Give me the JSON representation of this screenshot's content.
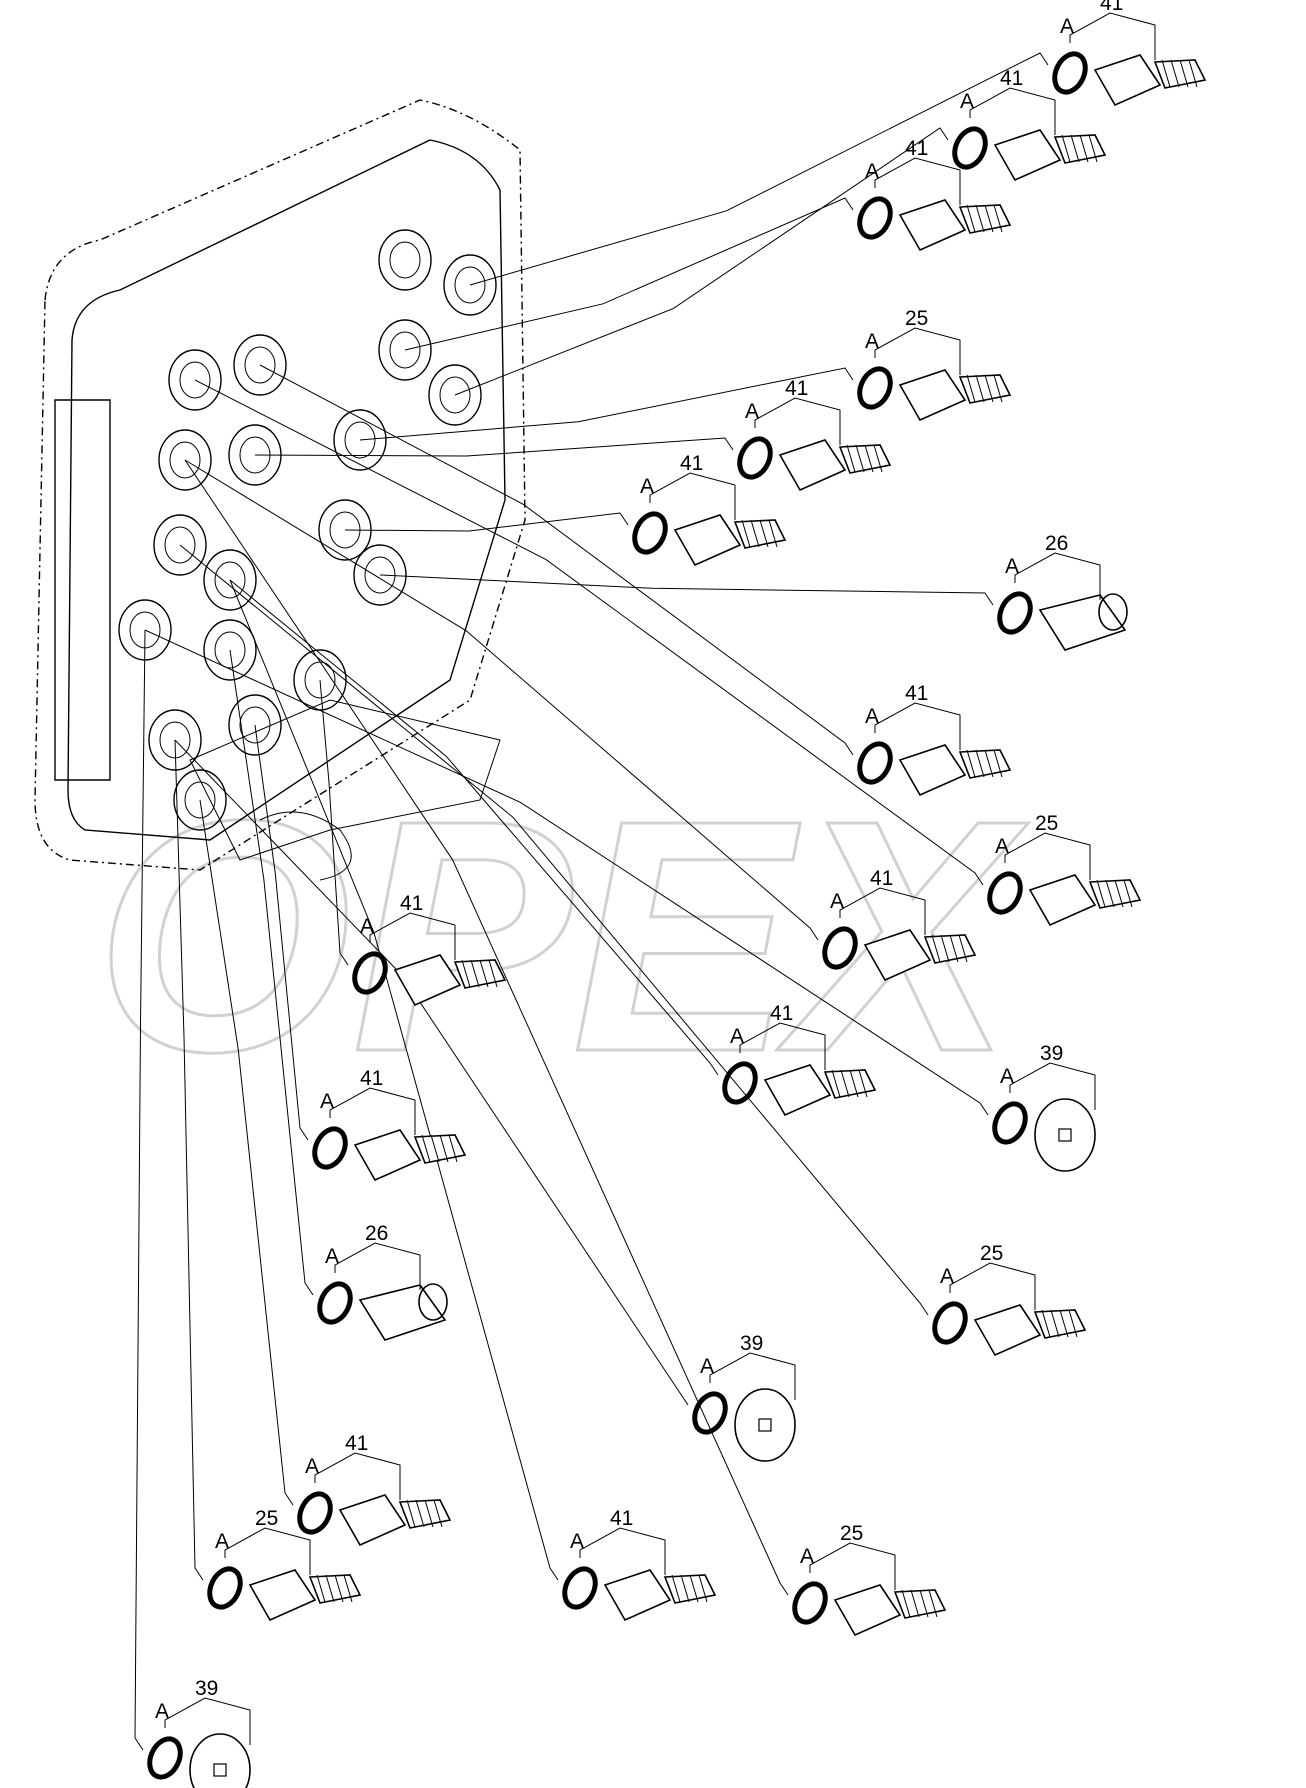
{
  "watermark": "OPEX",
  "ring_label": "A",
  "callouts": [
    {
      "num": "41",
      "kind": "fitting"
    },
    {
      "num": "41",
      "kind": "fitting"
    },
    {
      "num": "41",
      "kind": "fitting"
    },
    {
      "num": "25",
      "kind": "fitting"
    },
    {
      "num": "41",
      "kind": "fitting"
    },
    {
      "num": "41",
      "kind": "fitting"
    },
    {
      "num": "26",
      "kind": "union"
    },
    {
      "num": "41",
      "kind": "fitting"
    },
    {
      "num": "25",
      "kind": "fitting"
    },
    {
      "num": "41",
      "kind": "fitting"
    },
    {
      "num": "41",
      "kind": "fitting"
    },
    {
      "num": "39",
      "kind": "plug"
    },
    {
      "num": "41",
      "kind": "fitting"
    },
    {
      "num": "41",
      "kind": "fitting"
    },
    {
      "num": "26",
      "kind": "union"
    },
    {
      "num": "25",
      "kind": "fitting"
    },
    {
      "num": "39",
      "kind": "plug"
    },
    {
      "num": "41",
      "kind": "fitting"
    },
    {
      "num": "41",
      "kind": "fitting"
    },
    {
      "num": "25",
      "kind": "fitting"
    },
    {
      "num": "25",
      "kind": "fitting"
    },
    {
      "num": "39",
      "kind": "plug"
    }
  ]
}
